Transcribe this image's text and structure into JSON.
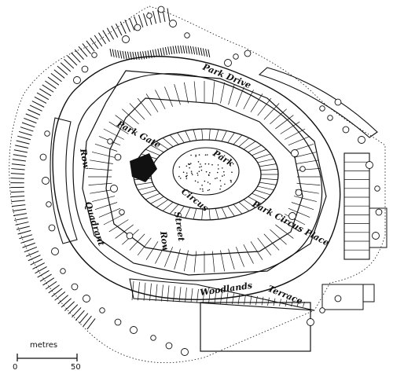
{
  "map": {
    "street_labels": {
      "park_drive": "Park Drive",
      "park_gate": "Park Gate",
      "park": "Park",
      "circus": "Circus",
      "park_circus_place": "Park Circus Place",
      "woodlands": "Woodlands",
      "terrace": "Terrace",
      "quadrant": "Quadrant",
      "row_left": "Row",
      "vert_mid": "Street",
      "vert_mid2": "Row"
    },
    "scale": {
      "unit": "metres",
      "start": "0",
      "end": "50"
    }
  }
}
